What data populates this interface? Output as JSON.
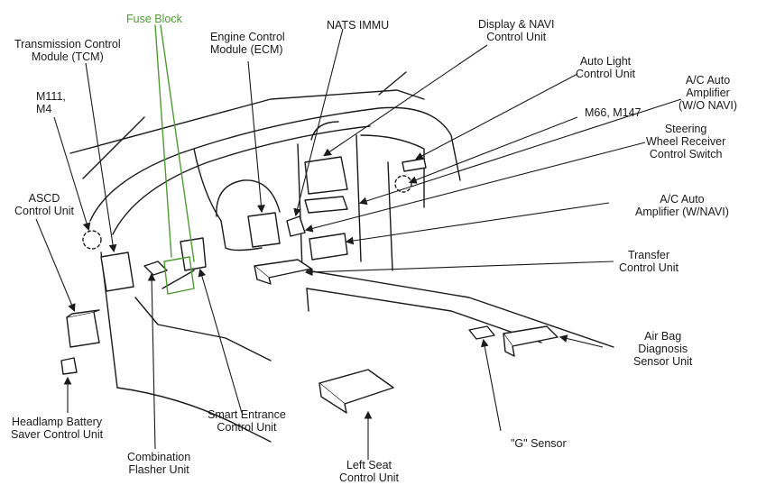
{
  "colors": {
    "ink": "#1a1a1a",
    "highlight": "#4f9a32",
    "background": "#ffffff"
  },
  "labels": {
    "fuse_block": [
      "Fuse Block"
    ],
    "tcm": [
      "Transmission Control",
      "Module (TCM)"
    ],
    "ecm": [
      "Engine Control",
      "Module (ECM)"
    ],
    "nats": [
      "NATS IMMU"
    ],
    "display_navi": [
      "Display & NAVI",
      "Control Unit"
    ],
    "auto_light": [
      "Auto Light",
      "Control Unit"
    ],
    "ac_auto_wo": [
      "A/C Auto",
      "Amplifier",
      "(W/O NAVI)"
    ],
    "m66": [
      "M66, M147"
    ],
    "steering": [
      "Steering",
      "Wheel Receiver",
      "Control Switch"
    ],
    "m111": [
      "M111,",
      "M4"
    ],
    "ascd": [
      "ASCD",
      "Control Unit"
    ],
    "ac_auto_w": [
      "A/C Auto",
      "Amplifier (W/NAVI)"
    ],
    "transfer": [
      "Transfer",
      "Control Unit"
    ],
    "airbag": [
      "Air Bag",
      "Diagnosis",
      "Sensor Unit"
    ],
    "headlamp": [
      "Headlamp Battery",
      "Saver Control Unit"
    ],
    "smart_entrance": [
      "Smart Entrance",
      "Control Unit"
    ],
    "combination": [
      "Combination",
      "Flasher Unit"
    ],
    "left_seat": [
      "Left Seat",
      "Control Unit"
    ],
    "g_sensor": [
      "\"G\" Sensor"
    ]
  }
}
